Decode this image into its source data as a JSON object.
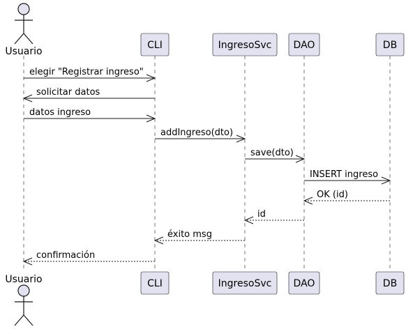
{
  "colors": {
    "participant_fill": "#e2e2f0",
    "participant_stroke": "#181818",
    "lifeline": "#181818",
    "arrow": "#181818"
  },
  "participants": [
    {
      "id": "usuario",
      "label": "Usuario",
      "kind": "actor",
      "icon": "actor-icon"
    },
    {
      "id": "cli",
      "label": "CLI",
      "kind": "box"
    },
    {
      "id": "ingresosvc",
      "label": "IngresoSvc",
      "kind": "box"
    },
    {
      "id": "dao",
      "label": "DAO",
      "kind": "box"
    },
    {
      "id": "db",
      "label": "DB",
      "kind": "box"
    }
  ],
  "messages": [
    {
      "from": "usuario",
      "to": "cli",
      "label": "elegir \"Registrar ingreso\"",
      "style": "solid"
    },
    {
      "from": "cli",
      "to": "usuario",
      "label": "solicitar datos",
      "style": "solid"
    },
    {
      "from": "usuario",
      "to": "cli",
      "label": "datos ingreso",
      "style": "solid"
    },
    {
      "from": "cli",
      "to": "ingresosvc",
      "label": "addIngreso(dto)",
      "style": "solid"
    },
    {
      "from": "ingresosvc",
      "to": "dao",
      "label": "save(dto)",
      "style": "solid"
    },
    {
      "from": "dao",
      "to": "db",
      "label": "INSERT ingreso",
      "style": "solid"
    },
    {
      "from": "db",
      "to": "dao",
      "label": "OK (id)",
      "style": "dashed"
    },
    {
      "from": "dao",
      "to": "ingresosvc",
      "label": "id",
      "style": "dashed"
    },
    {
      "from": "ingresosvc",
      "to": "cli",
      "label": "éxito msg",
      "style": "dashed"
    },
    {
      "from": "cli",
      "to": "usuario",
      "label": "confirmación",
      "style": "dashed"
    }
  ]
}
